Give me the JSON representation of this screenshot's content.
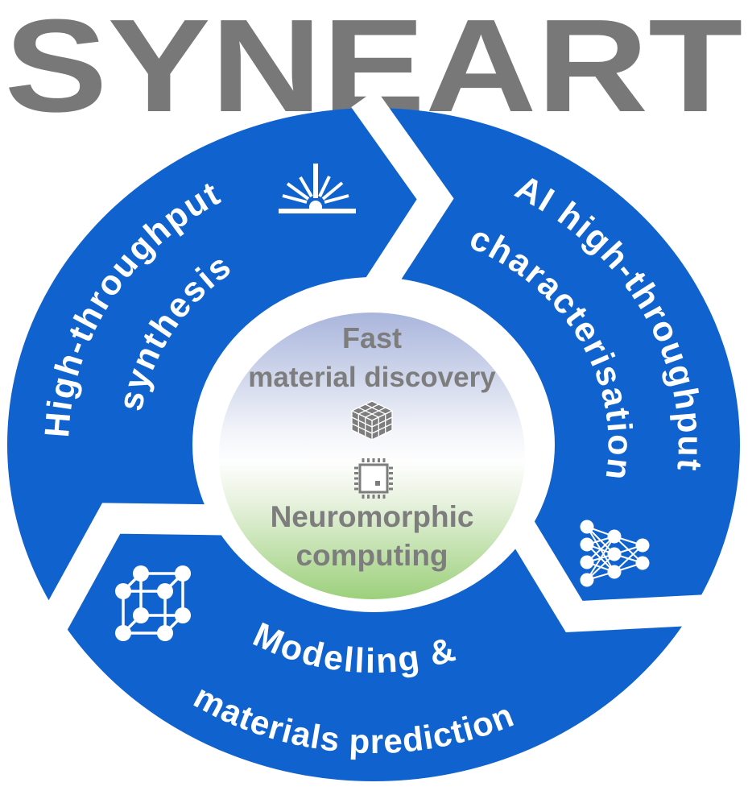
{
  "title": "SYNEART",
  "colors": {
    "ring_blue": "#1063CE",
    "title_gray": "#787878",
    "center_text_gray": "#7D7D7D",
    "ring_text_white": "#FFFFFF",
    "center_gradient_top": "#A9B5DC",
    "center_gradient_middle": "#FEFEFE",
    "center_gradient_bottom": "#9CD07B"
  },
  "cycle": {
    "direction": "clockwise",
    "segments": [
      {
        "line1": "High-throughput",
        "line2": "synthesis",
        "icon": "laser-icon"
      },
      {
        "line1": "AI high-throughput",
        "line2": "characterisation",
        "icon": "neural-network-icon"
      },
      {
        "line1": "Modelling &",
        "line2": "materials prediction",
        "icon": "crystal-lattice-icon"
      }
    ]
  },
  "center": {
    "line1": "Fast",
    "line2": "material discovery",
    "line3": "Neuromorphic",
    "line4": "computing",
    "icons": [
      "cube-3d-icon",
      "microchip-icon"
    ]
  }
}
